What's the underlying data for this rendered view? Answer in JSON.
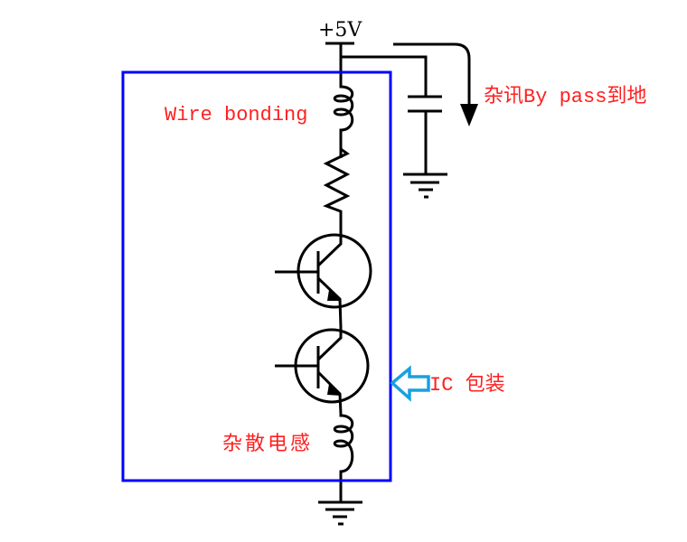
{
  "supply_label": "+5V",
  "labels": {
    "wire_bonding": "Wire bonding",
    "bypass": "杂讯By pass到地",
    "ic_package": "IC 包装",
    "stray_inductance": "杂散电感"
  },
  "colors": {
    "wire": "#000000",
    "package_box": "#0000ff",
    "label_text": "#ff2020",
    "pointer_arrow": "#1aa0e0"
  }
}
